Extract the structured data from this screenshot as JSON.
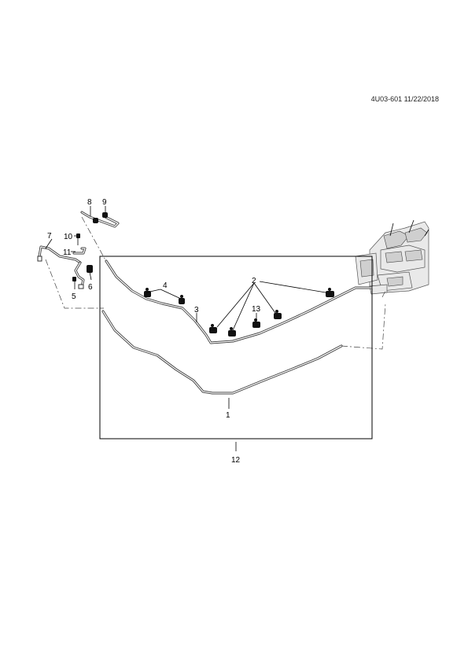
{
  "header": {
    "reference": "4U03-601 11/22/2018"
  },
  "callouts": [
    {
      "id": "c1",
      "label": "1"
    },
    {
      "id": "c2",
      "label": "2"
    },
    {
      "id": "c3",
      "label": "3"
    },
    {
      "id": "c4",
      "label": "4"
    },
    {
      "id": "c5",
      "label": "5"
    },
    {
      "id": "c6",
      "label": "6"
    },
    {
      "id": "c7",
      "label": "7"
    },
    {
      "id": "c8",
      "label": "8"
    },
    {
      "id": "c9",
      "label": "9"
    },
    {
      "id": "c10",
      "label": "10"
    },
    {
      "id": "c11",
      "label": "11"
    },
    {
      "id": "c12",
      "label": "12"
    },
    {
      "id": "c13",
      "label": "13"
    }
  ]
}
